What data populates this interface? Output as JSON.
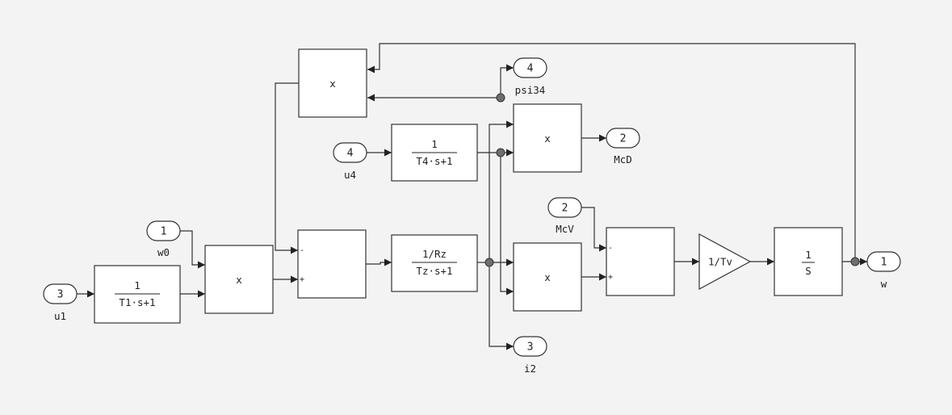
{
  "inports": {
    "u1": {
      "num": "3",
      "label": "u1"
    },
    "w0": {
      "num": "1",
      "label": "w0"
    },
    "u4": {
      "num": "4",
      "label": "u4"
    },
    "McV": {
      "num": "2",
      "label": "McV"
    }
  },
  "outports": {
    "psi34": {
      "num": "4",
      "label": "psi34"
    },
    "McD": {
      "num": "2",
      "label": "McD"
    },
    "i2": {
      "num": "3",
      "label": "i2"
    },
    "w": {
      "num": "1",
      "label": "w"
    }
  },
  "blocks": {
    "tf1": {
      "num": "1",
      "den": "T1·s+1"
    },
    "tf4": {
      "num": "1",
      "den": "T4·s+1"
    },
    "tfz": {
      "num": "1/Rz",
      "den": "Tz·s+1"
    },
    "mult_a": {
      "label": "x"
    },
    "mult_top": {
      "label": "x"
    },
    "mult_mcd": {
      "label": "x"
    },
    "mult_mid": {
      "label": "x"
    },
    "sum1": {
      "minus": "-",
      "plus": "+"
    },
    "sum2": {
      "minus": "-",
      "plus": "+"
    },
    "gain": {
      "label": "1/Tv"
    },
    "integrator": {
      "num": "1",
      "den": "S"
    }
  },
  "colors": {
    "background": "#f3f3f3",
    "line": "#333333",
    "junction": "#6e6e6e"
  }
}
